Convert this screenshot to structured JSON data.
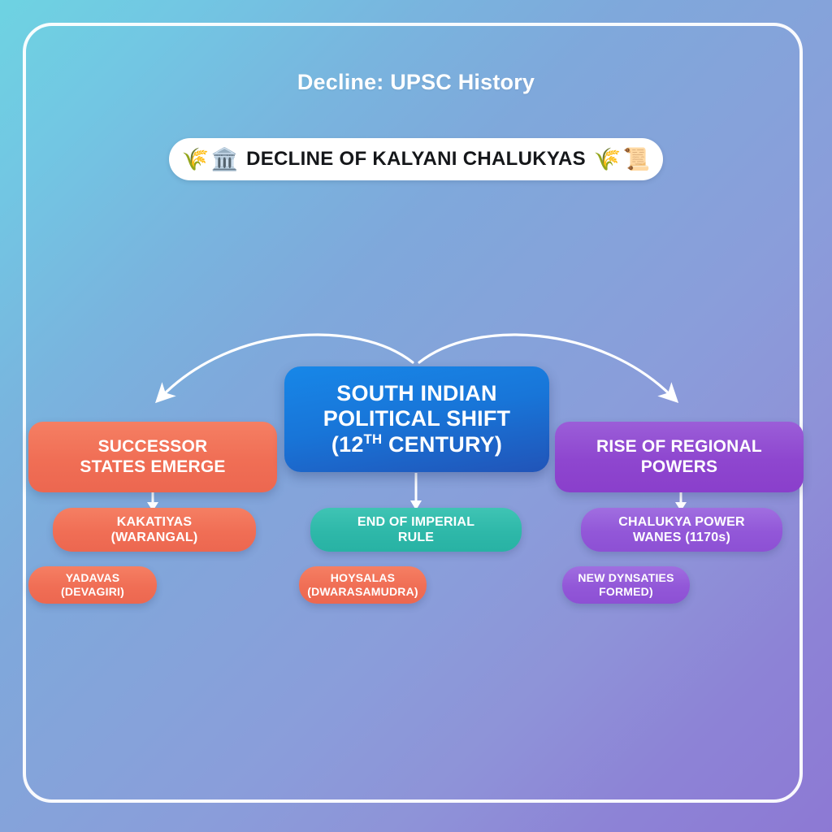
{
  "header": {
    "title": "Decline: UPSC History"
  },
  "title_badge": {
    "text": "DECLINE OF KALYANI CHALUKYAS",
    "left_icon": "classical-building-laurel-icon",
    "left_icon_glyph": "🏛️",
    "left_laurel_glyph": "🌾",
    "right_icon": "scroll-laurel-icon",
    "right_icon_glyph": "📜",
    "right_laurel_glyph": "🌾"
  },
  "diagram": {
    "center": {
      "main": {
        "line1": "SOUTH INDIAN",
        "line2": "POLITICAL SHIFT",
        "line3_pre": "(12",
        "line3_sup": "TH",
        "line3_post": " CENTURY)",
        "color": "#1875d8"
      },
      "child1": {
        "line1": "END OF IMPERIAL",
        "line2": "RULE",
        "color": "#2eb8a9"
      },
      "child2": {
        "line1": "HOYSALAS",
        "line2": "(DWARASAMUDRA)",
        "color": "#f06e55"
      }
    },
    "left": {
      "main": {
        "line1": "SUCCESSOR",
        "line2": "STATES EMERGE",
        "color": "#f06e55"
      },
      "child1": {
        "line1": "KAKATIYAS",
        "line2": "(WARANGAL)",
        "color": "#f06e55"
      },
      "child2": {
        "line1": "YADAVAS",
        "line2": "(DEVAGIRI)",
        "color": "#f06e55"
      }
    },
    "right": {
      "main": {
        "line1": "RISE OF REGIONAL",
        "line2": "POWERS",
        "color": "#8e46cf"
      },
      "child1": {
        "line1": "CHALUKYA POWER",
        "line2": "WANES (1170s)",
        "color": "#9257d8"
      },
      "child2": {
        "line1": "NEW DYNSATIES",
        "line2": "FORMED)",
        "color": "#9257d8"
      }
    }
  },
  "theme": {
    "background_start": "#6ed3e2",
    "background_mid": "#85a3da",
    "background_end": "#8d79d4",
    "frame_color": "#ffffff",
    "arrow_color": "#ffffff"
  }
}
